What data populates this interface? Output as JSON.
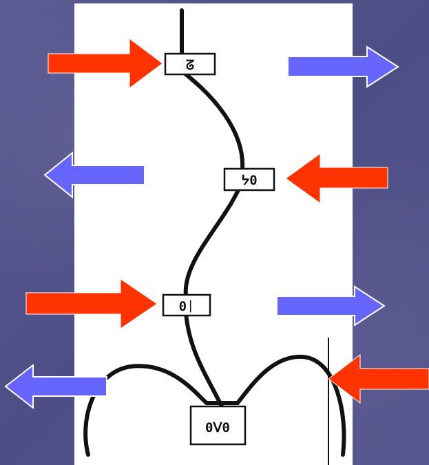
{
  "colors": {
    "background": "#51518a",
    "paper": "#ffffff",
    "push_arrow": "#ff3300",
    "pull_arrow": "#6666ff",
    "ink": "#111111"
  },
  "boxes": [
    {
      "id": "top",
      "label": "ᘔ"
    },
    {
      "id": "second",
      "label": "ᔭ0"
    },
    {
      "id": "third",
      "label": "0ᛁ"
    },
    {
      "id": "bottom",
      "label": "0ᐯ0"
    }
  ]
}
